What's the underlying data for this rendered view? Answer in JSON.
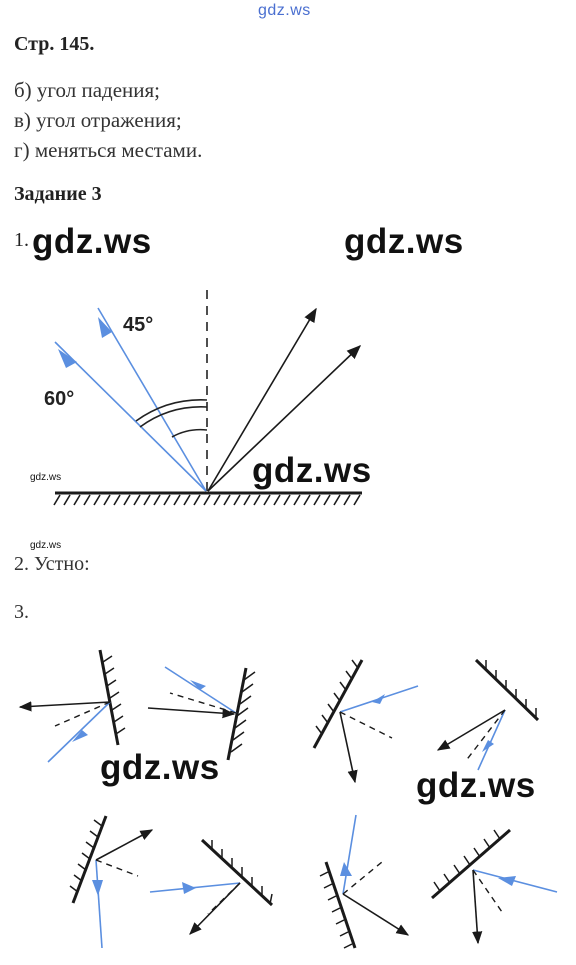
{
  "watermarks": {
    "top": "gdz.ws",
    "big": "gdz.ws",
    "tiny": "gdz.ws"
  },
  "page_header": "Стр. 145.",
  "answers": [
    "б) угол падения;",
    "в) угол отражения;",
    "г) меняться местами."
  ],
  "task": {
    "title": "Задание 3",
    "item1": "1.",
    "item2": "2. Устно:",
    "item3": "3."
  },
  "figure1": {
    "angle_45": "45°",
    "angle_60": "60°"
  },
  "colors": {
    "incident_ray": "#5b8fe0",
    "reflected_ray": "#1a1a1a",
    "mirror_hatch": "#1a1a1a",
    "watermark_link": "#4a6fd0"
  }
}
